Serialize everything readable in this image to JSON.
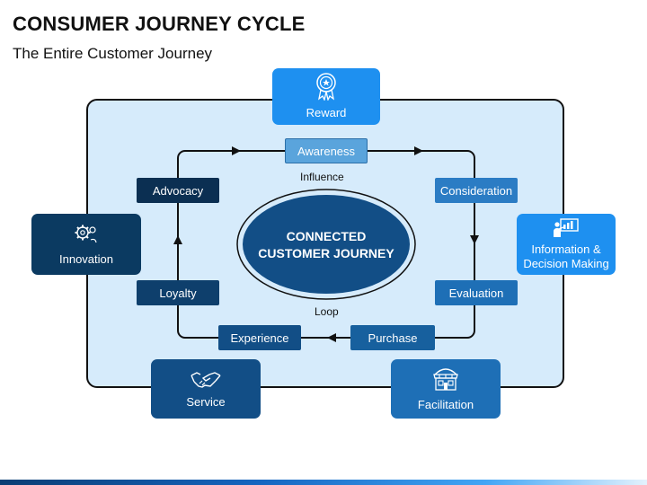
{
  "title": "CONSUMER JOURNEY CYCLE",
  "subtitle": "The Entire Customer Journey",
  "center": {
    "line1": "CONNECTED",
    "line2": "CUSTOMER JOURNEY"
  },
  "labels": {
    "influence": "Influence",
    "loop": "Loop"
  },
  "stages": {
    "awareness": "Awareness",
    "consideration": "Consideration",
    "evaluation": "Evaluation",
    "purchase": "Purchase",
    "experience": "Experience",
    "loyalty": "Loyalty",
    "advocacy": "Advocacy"
  },
  "cards": {
    "reward": {
      "label": "Reward",
      "icon": "award-ribbon-icon"
    },
    "innovation": {
      "label": "Innovation",
      "icon": "gear-brain-icon"
    },
    "information": {
      "line1": "Information &",
      "line2": "Decision Making",
      "icon": "presentation-icon"
    },
    "service": {
      "label": "Service",
      "icon": "handshake-icon"
    },
    "facilitation": {
      "label": "Facilitation",
      "icon": "store-icon"
    }
  },
  "colors": {
    "dark_navy": "#0b3a61",
    "navy": "#124e86",
    "medium_blue": "#1e6fb6",
    "bright_blue": "#1e90f0",
    "light_blue": "#5aa4dc",
    "panel": "#d6ebfb"
  }
}
